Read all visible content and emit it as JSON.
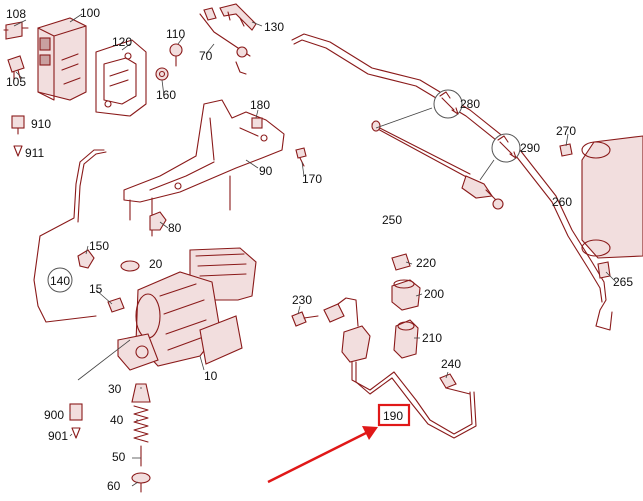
{
  "colors": {
    "parts": "#8a1a1a",
    "highlight": "#e01818",
    "labels": "#111111"
  },
  "labels": {
    "p108": "108",
    "p100": "100",
    "p105": "105",
    "p910": "910",
    "p911": "911",
    "p120": "120",
    "p110": "110",
    "p160": "160",
    "p70": "70",
    "p130": "130",
    "p180": "180",
    "p170": "170",
    "p90": "90",
    "p80": "80",
    "p150": "150",
    "p140": "140",
    "p20": "20",
    "p15": "15",
    "p10": "10",
    "p30": "30",
    "p40": "40",
    "p50": "50",
    "p60": "60",
    "p900": "900",
    "p901": "901",
    "p280": "280",
    "p290": "290",
    "p250": "250",
    "p270": "270",
    "p260": "260",
    "p265": "265",
    "p220": "220",
    "p200": "200",
    "p230": "230",
    "p210": "210",
    "p240": "240",
    "p190": "190"
  },
  "icons": {
    "callout_280": "wrench-icon",
    "callout_290": "wrench-icon"
  },
  "highlight": {
    "target_label": "190"
  }
}
